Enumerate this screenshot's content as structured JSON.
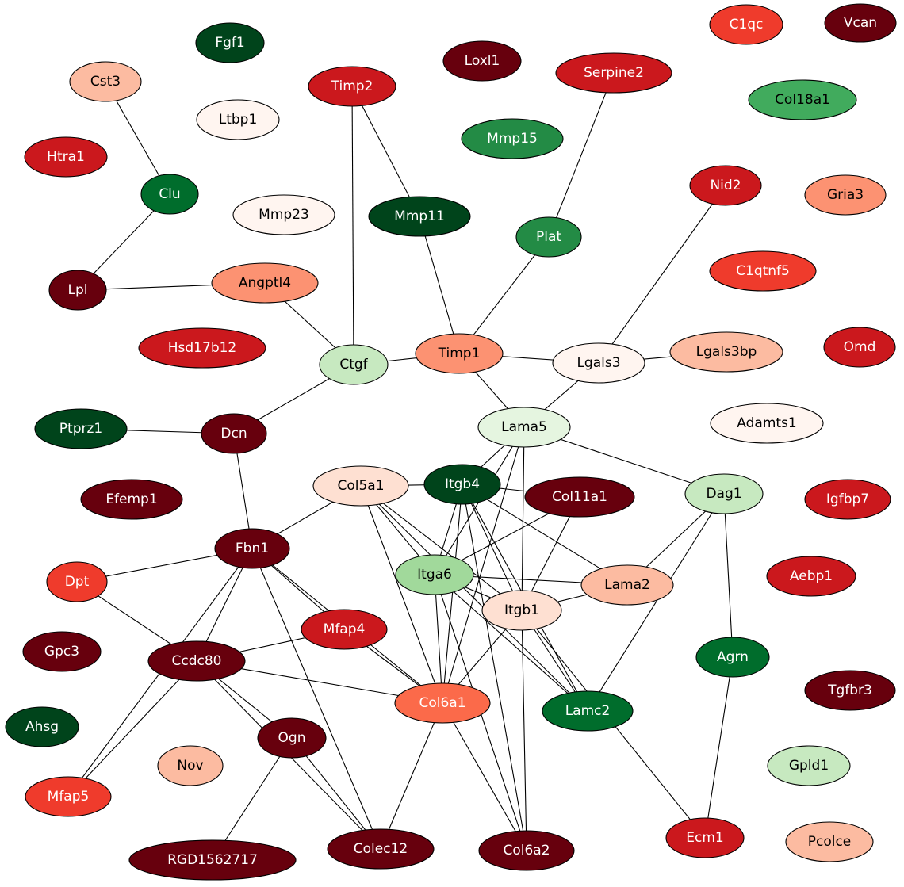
{
  "colors": {
    "darkred": "#67000d",
    "red": "#cb181d",
    "redorange": "#ef3b2c",
    "coral": "#fb6a4a",
    "salmon": "#fc9272",
    "peach": "#fcbba1",
    "blush": "#fee0d2",
    "white": "#fff5f0",
    "palegreen": "#e5f5e0",
    "lightgreen": "#c7e9c0",
    "midgreen": "#a1d99b",
    "green": "#41ab5d",
    "forest": "#238b45",
    "darkgreen": "#006d2c",
    "deepgreen": "#00441b"
  },
  "nodes": [
    {
      "id": "C1qc",
      "label": "C1qc",
      "color": "redorange"
    },
    {
      "id": "Vcan",
      "label": "Vcan",
      "color": "darkred"
    },
    {
      "id": "Fgf1",
      "label": "Fgf1",
      "color": "deepgreen"
    },
    {
      "id": "Loxl1",
      "label": "Loxl1",
      "color": "darkred"
    },
    {
      "id": "Serpine2",
      "label": "Serpine2",
      "color": "red"
    },
    {
      "id": "Cst3",
      "label": "Cst3",
      "color": "peach"
    },
    {
      "id": "Timp2",
      "label": "Timp2",
      "color": "red"
    },
    {
      "id": "Col18a1",
      "label": "Col18a1",
      "color": "green"
    },
    {
      "id": "Ltbp1",
      "label": "Ltbp1",
      "color": "white"
    },
    {
      "id": "Mmp15",
      "label": "Mmp15",
      "color": "forest"
    },
    {
      "id": "Htra1",
      "label": "Htra1",
      "color": "red"
    },
    {
      "id": "Nid2",
      "label": "Nid2",
      "color": "red"
    },
    {
      "id": "Clu",
      "label": "Clu",
      "color": "darkgreen"
    },
    {
      "id": "Gria3",
      "label": "Gria3",
      "color": "salmon"
    },
    {
      "id": "Mmp23",
      "label": "Mmp23",
      "color": "white"
    },
    {
      "id": "Mmp11",
      "label": "Mmp11",
      "color": "deepgreen"
    },
    {
      "id": "Plat",
      "label": "Plat",
      "color": "forest"
    },
    {
      "id": "C1qtnf5",
      "label": "C1qtnf5",
      "color": "redorange"
    },
    {
      "id": "Angptl4",
      "label": "Angptl4",
      "color": "salmon"
    },
    {
      "id": "Lpl",
      "label": "Lpl",
      "color": "darkred"
    },
    {
      "id": "Hsd17b12",
      "label": "Hsd17b12",
      "color": "red"
    },
    {
      "id": "Timp1",
      "label": "Timp1",
      "color": "salmon"
    },
    {
      "id": "Lgals3bp",
      "label": "Lgals3bp",
      "color": "peach"
    },
    {
      "id": "Omd",
      "label": "Omd",
      "color": "red"
    },
    {
      "id": "Ctgf",
      "label": "Ctgf",
      "color": "lightgreen"
    },
    {
      "id": "Lgals3",
      "label": "Lgals3",
      "color": "white"
    },
    {
      "id": "Ptprz1",
      "label": "Ptprz1",
      "color": "deepgreen"
    },
    {
      "id": "Dcn",
      "label": "Dcn",
      "color": "darkred"
    },
    {
      "id": "Lama5",
      "label": "Lama5",
      "color": "palegreen"
    },
    {
      "id": "Adamts1",
      "label": "Adamts1",
      "color": "white"
    },
    {
      "id": "Efemp1",
      "label": "Efemp1",
      "color": "darkred"
    },
    {
      "id": "Col5a1",
      "label": "Col5a1",
      "color": "blush"
    },
    {
      "id": "Itgb4",
      "label": "Itgb4",
      "color": "deepgreen"
    },
    {
      "id": "Col11a1",
      "label": "Col11a1",
      "color": "darkred"
    },
    {
      "id": "Dag1",
      "label": "Dag1",
      "color": "lightgreen"
    },
    {
      "id": "Igfbp7",
      "label": "Igfbp7",
      "color": "red"
    },
    {
      "id": "Fbn1",
      "label": "Fbn1",
      "color": "darkred"
    },
    {
      "id": "Itga6",
      "label": "Itga6",
      "color": "midgreen"
    },
    {
      "id": "Dpt",
      "label": "Dpt",
      "color": "redorange"
    },
    {
      "id": "Lama2",
      "label": "Lama2",
      "color": "peach"
    },
    {
      "id": "Aebp1",
      "label": "Aebp1",
      "color": "red"
    },
    {
      "id": "Itgb1",
      "label": "Itgb1",
      "color": "blush"
    },
    {
      "id": "Mfap4",
      "label": "Mfap4",
      "color": "red"
    },
    {
      "id": "Gpc3",
      "label": "Gpc3",
      "color": "darkred"
    },
    {
      "id": "Ccdc80",
      "label": "Ccdc80",
      "color": "darkred"
    },
    {
      "id": "Agrn",
      "label": "Agrn",
      "color": "darkgreen"
    },
    {
      "id": "Tgfbr3",
      "label": "Tgfbr3",
      "color": "darkred"
    },
    {
      "id": "Col6a1",
      "label": "Col6a1",
      "color": "coral"
    },
    {
      "id": "Lamc2",
      "label": "Lamc2",
      "color": "darkgreen"
    },
    {
      "id": "Ahsg",
      "label": "Ahsg",
      "color": "deepgreen"
    },
    {
      "id": "Ogn",
      "label": "Ogn",
      "color": "darkred"
    },
    {
      "id": "Nov",
      "label": "Nov",
      "color": "peach"
    },
    {
      "id": "Gpld1",
      "label": "Gpld1",
      "color": "lightgreen"
    },
    {
      "id": "Mfap5",
      "label": "Mfap5",
      "color": "redorange"
    },
    {
      "id": "Ecm1",
      "label": "Ecm1",
      "color": "red"
    },
    {
      "id": "Pcolce",
      "label": "Pcolce",
      "color": "peach"
    },
    {
      "id": "Colec12",
      "label": "Colec12",
      "color": "darkred"
    },
    {
      "id": "Col6a2",
      "label": "Col6a2",
      "color": "darkred"
    },
    {
      "id": "RGD1562717",
      "label": "RGD1562717",
      "color": "darkred"
    }
  ],
  "edges": [
    [
      "Cst3",
      "Clu"
    ],
    [
      "Clu",
      "Lpl"
    ],
    [
      "Lpl",
      "Angptl4"
    ],
    [
      "Angptl4",
      "Ctgf"
    ],
    [
      "Timp2",
      "Ctgf"
    ],
    [
      "Timp2",
      "Mmp11"
    ],
    [
      "Mmp11",
      "Timp1"
    ],
    [
      "Serpine2",
      "Plat"
    ],
    [
      "Plat",
      "Timp1"
    ],
    [
      "Nid2",
      "Lgals3"
    ],
    [
      "Ctgf",
      "Timp1"
    ],
    [
      "Ctgf",
      "Dcn"
    ],
    [
      "Timp1",
      "Lgals3"
    ],
    [
      "Lgals3",
      "Lgals3bp"
    ],
    [
      "Timp1",
      "Lama5"
    ],
    [
      "Lgals3",
      "Lama5"
    ],
    [
      "Ptprz1",
      "Dcn"
    ],
    [
      "Dcn",
      "Fbn1"
    ],
    [
      "Lama5",
      "Itgb4"
    ],
    [
      "Lama5",
      "Itga6"
    ],
    [
      "Lama5",
      "Itgb1"
    ],
    [
      "Lama5",
      "Dag1"
    ],
    [
      "Lama5",
      "Col6a1"
    ],
    [
      "Col5a1",
      "Itgb4"
    ],
    [
      "Col5a1",
      "Fbn1"
    ],
    [
      "Col5a1",
      "Itga6"
    ],
    [
      "Col5a1",
      "Itgb1"
    ],
    [
      "Col5a1",
      "Col6a1"
    ],
    [
      "Col5a1",
      "Lamc2"
    ],
    [
      "Itgb4",
      "Col11a1"
    ],
    [
      "Itgb4",
      "Itga6"
    ],
    [
      "Itgb4",
      "Itgb1"
    ],
    [
      "Itgb4",
      "Lama2"
    ],
    [
      "Itgb4",
      "Lamc2"
    ],
    [
      "Itgb4",
      "Col6a1"
    ],
    [
      "Itgb4",
      "Col6a2"
    ],
    [
      "Col11a1",
      "Itga6"
    ],
    [
      "Col11a1",
      "Itgb1"
    ],
    [
      "Dag1",
      "Lama2"
    ],
    [
      "Dag1",
      "Lamc2"
    ],
    [
      "Dag1",
      "Agrn"
    ],
    [
      "Fbn1",
      "Dpt"
    ],
    [
      "Fbn1",
      "Ccdc80"
    ],
    [
      "Fbn1",
      "Mfap4"
    ],
    [
      "Fbn1",
      "Col6a1"
    ],
    [
      "Fbn1",
      "Mfap5"
    ],
    [
      "Fbn1",
      "Colec12"
    ],
    [
      "Dpt",
      "Ccdc80"
    ],
    [
      "Itga6",
      "Lama2"
    ],
    [
      "Itga6",
      "Itgb1"
    ],
    [
      "Itga6",
      "Col6a1"
    ],
    [
      "Itga6",
      "Lamc2"
    ],
    [
      "Itga6",
      "Col6a2"
    ],
    [
      "Itgb1",
      "Lama2"
    ],
    [
      "Itgb1",
      "Col6a1"
    ],
    [
      "Itgb1",
      "Lamc2"
    ],
    [
      "Itgb1",
      "Col6a2"
    ],
    [
      "Itgb1",
      "Ecm1"
    ],
    [
      "Mfap4",
      "Ccdc80"
    ],
    [
      "Mfap4",
      "Col6a1"
    ],
    [
      "Ccdc80",
      "Col6a1"
    ],
    [
      "Ccdc80",
      "Ogn"
    ],
    [
      "Ccdc80",
      "Mfap5"
    ],
    [
      "Ccdc80",
      "Colec12"
    ],
    [
      "Agrn",
      "Ecm1"
    ],
    [
      "Col6a1",
      "Colec12"
    ],
    [
      "Col6a1",
      "Col6a2"
    ],
    [
      "Ogn",
      "Colec12"
    ],
    [
      "Ogn",
      "RGD1562717"
    ]
  ]
}
